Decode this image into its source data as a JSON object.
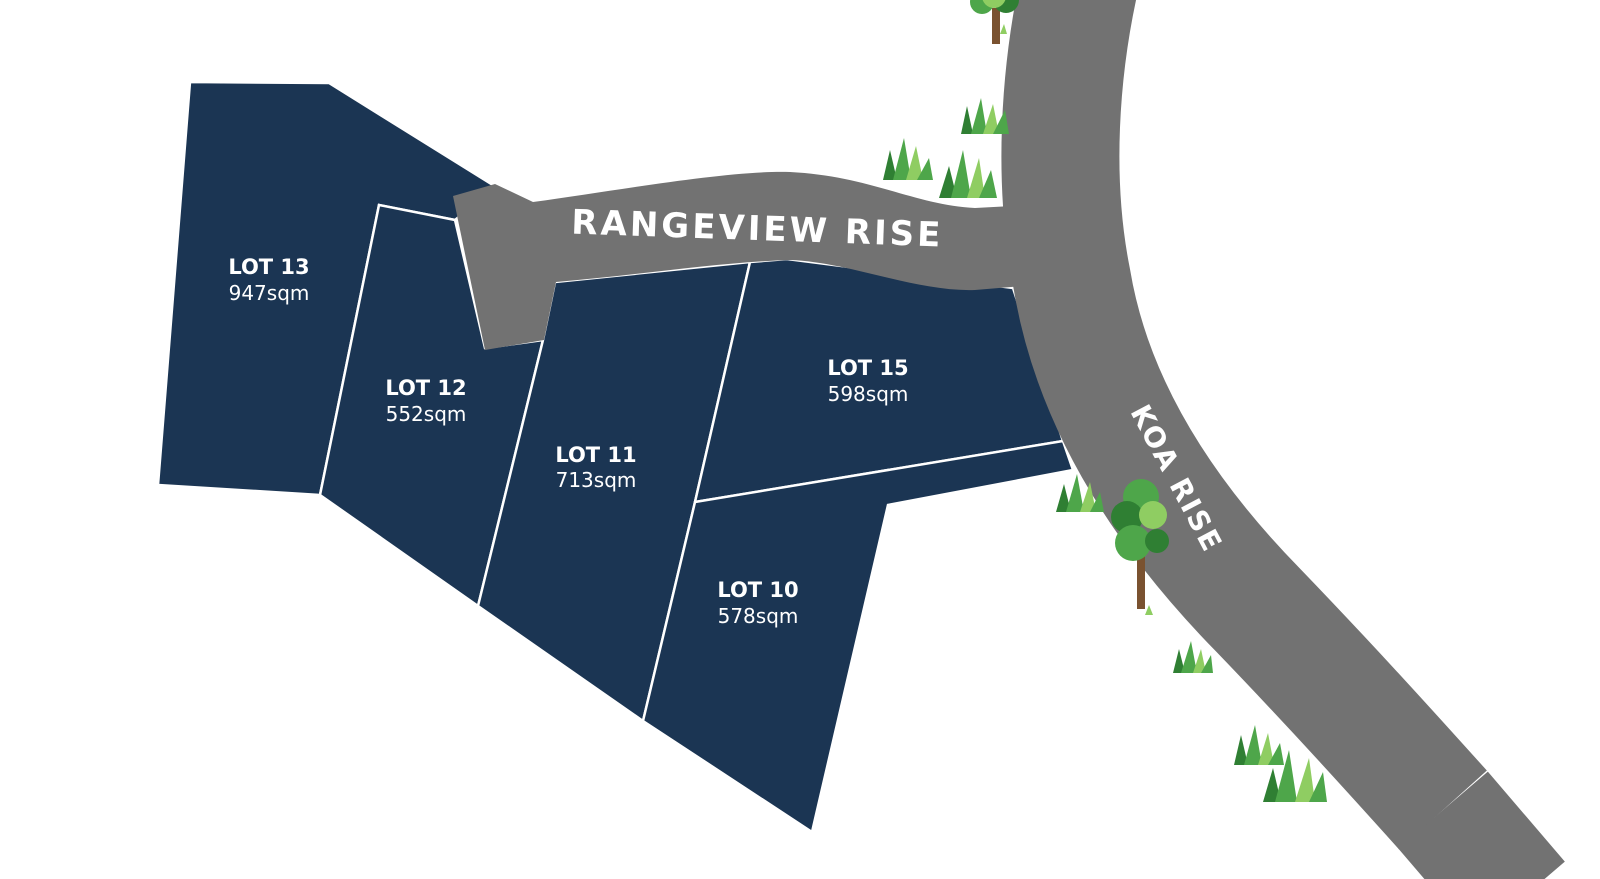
{
  "colors": {
    "background": "#ffffff",
    "lot_fill": "#1b3553",
    "lot_outline": "#ffffff",
    "road": "#727272",
    "road_label": "#ffffff",
    "vegetation": "#4ea64a",
    "tree_trunk": "#7a5230"
  },
  "roads": {
    "rangeview": {
      "name": "RANGEVIEW RISE"
    },
    "koa": {
      "name": "KOA RISE"
    }
  },
  "lots": [
    {
      "id": "lot-13",
      "name": "LOT 13",
      "area": "947sqm"
    },
    {
      "id": "lot-12",
      "name": "LOT 12",
      "area": "552sqm"
    },
    {
      "id": "lot-11",
      "name": "LOT 11",
      "area": "713sqm"
    },
    {
      "id": "lot-15",
      "name": "LOT 15",
      "area": "598sqm"
    },
    {
      "id": "lot-10",
      "name": "LOT 10",
      "area": "578sqm"
    }
  ],
  "vegetation": {
    "icons": [
      "tree-icon",
      "bush-icon"
    ]
  }
}
